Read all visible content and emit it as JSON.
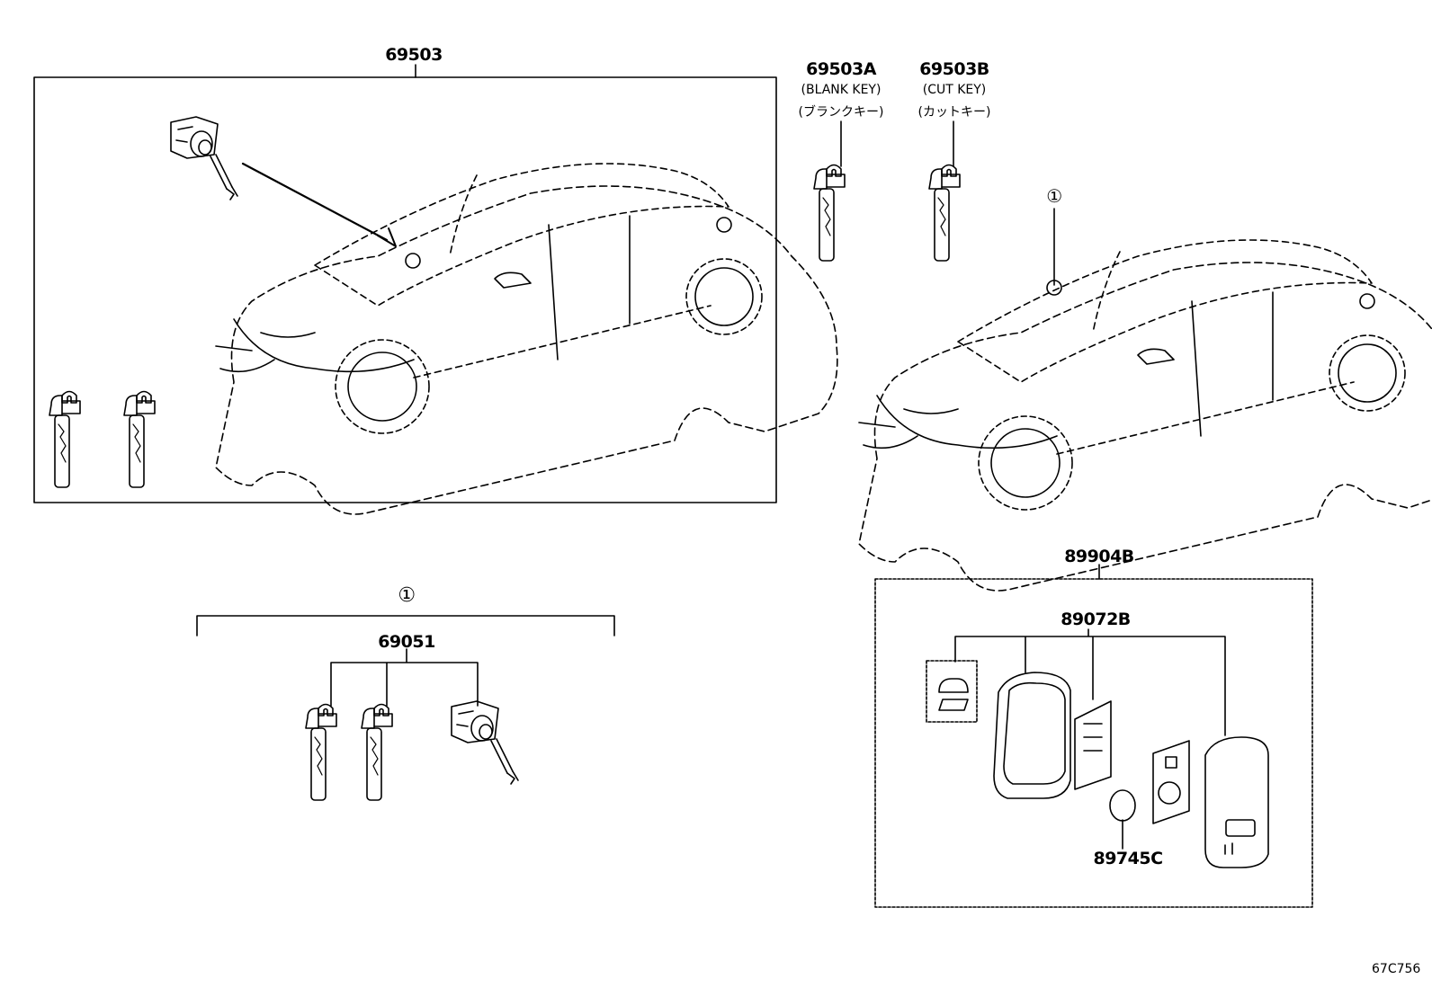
{
  "labels": {
    "group_key_set": "69503",
    "blank_key": "69503A",
    "blank_key_en": "(BLANK KEY)",
    "blank_key_jp": "(ブランクキー)",
    "cut_key": "69503B",
    "cut_key_en": "(CUT KEY)",
    "cut_key_jp": "(カットキー)",
    "callout_one": "①",
    "cylinder_set": "69051",
    "transmitter_assy": "89904B",
    "transmitter_housing": "89072B",
    "battery": "89745C"
  },
  "figure_code": "67C756"
}
